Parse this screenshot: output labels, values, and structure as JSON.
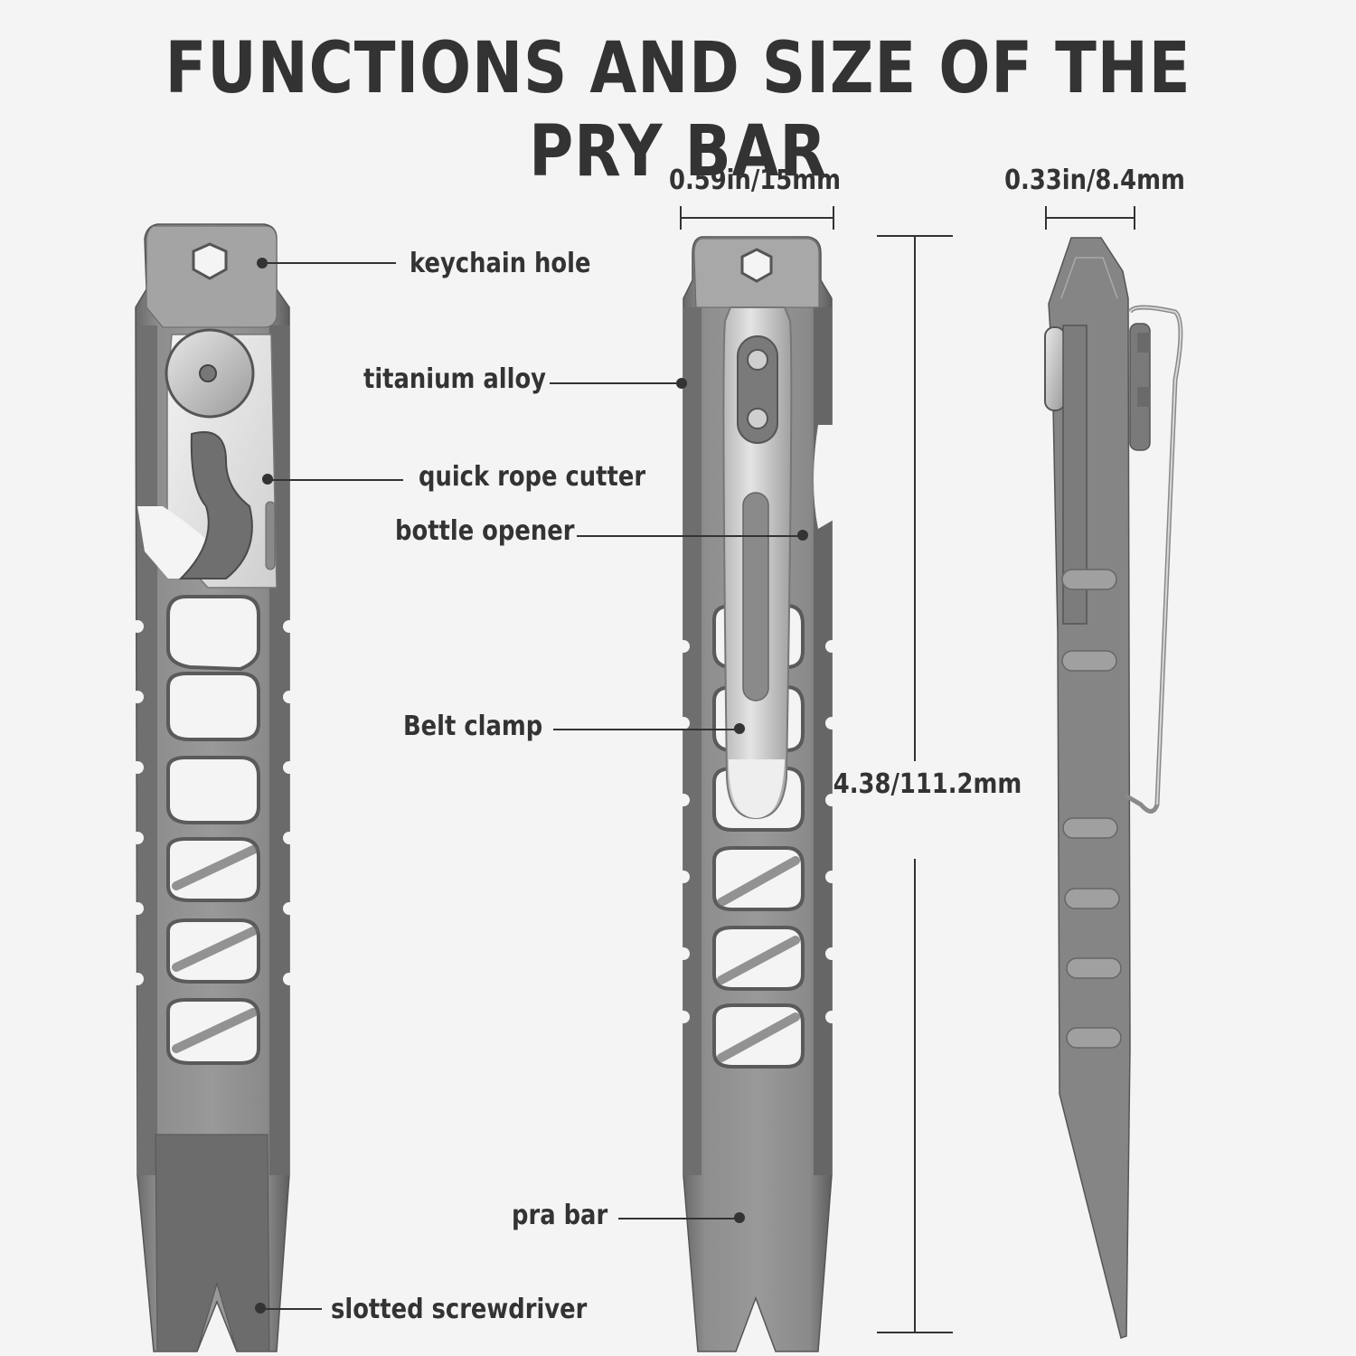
{
  "title": "FUNCTIONS AND SIZE OF THE PRY BAR",
  "dimensions": {
    "width_front": "0.59in/15mm",
    "width_side": "0.33in/8.4mm",
    "length": "4.38/111.2mm"
  },
  "callouts": [
    {
      "id": "keychain-hole",
      "label": "keychain hole"
    },
    {
      "id": "titanium-alloy",
      "label": "titanium alloy"
    },
    {
      "id": "quick-rope-cutter",
      "label": "quick rope cutter"
    },
    {
      "id": "bottle-opener",
      "label": "bottle opener"
    },
    {
      "id": "belt-clamp",
      "label": "Belt clamp"
    },
    {
      "id": "pry-bar",
      "label": "pra bar"
    },
    {
      "id": "slotted-screwdriver",
      "label": "slotted screwdriver"
    }
  ],
  "views": [
    {
      "id": "front-view-rope-cutter-side",
      "description": "front view showing rope cutter and hex cutouts"
    },
    {
      "id": "back-view-clip-side",
      "description": "back view with belt clip"
    },
    {
      "id": "side-view",
      "description": "side profile with clip"
    }
  ],
  "colors": {
    "background": "#f4f4f4",
    "text": "#333333",
    "metal_dark": "#6e6e6e",
    "metal_mid": "#8c8c8c",
    "metal_light": "#a9a9a9",
    "steel_clip": "#d6d6d6"
  }
}
